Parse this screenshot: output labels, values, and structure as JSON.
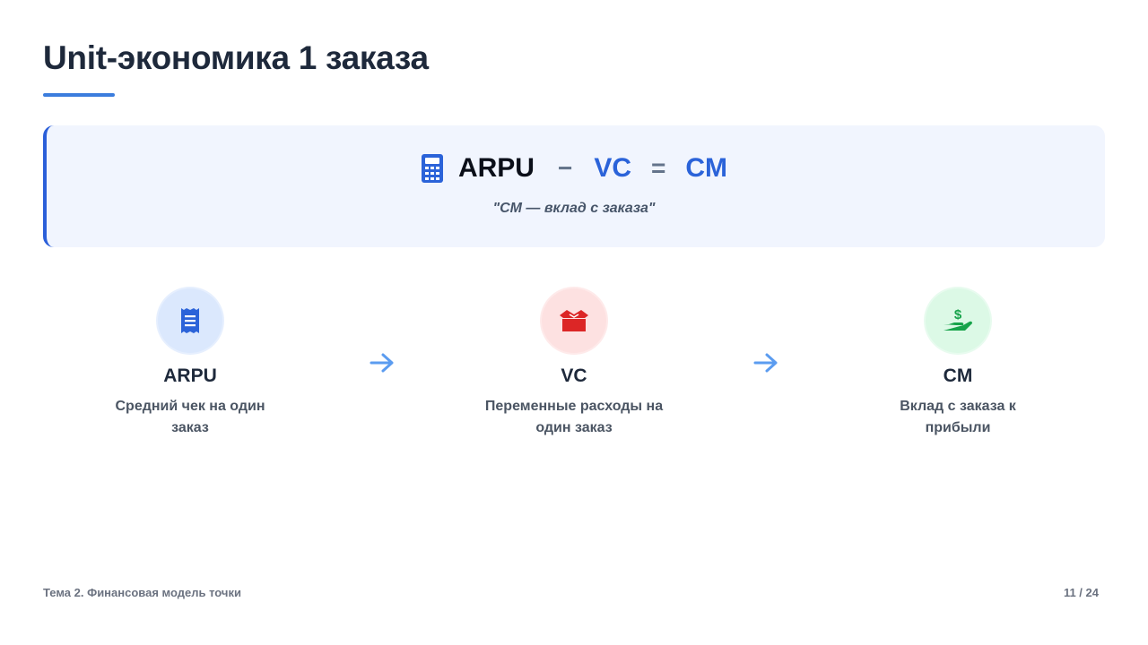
{
  "slide": {
    "title": "Unit-экономика 1 заказа"
  },
  "formula": {
    "icon": "calculator-icon",
    "term1": "ARPU",
    "op1": "−",
    "term2": "VC",
    "op2": "=",
    "term3": "CM",
    "quote": "\"CM — вклад с заказа\""
  },
  "cards": [
    {
      "icon": "receipt-icon",
      "title": "ARPU",
      "description": "Средний чек на один заказ"
    },
    {
      "icon": "box-open-icon",
      "title": "VC",
      "description": "Переменные расходы на один заказ"
    },
    {
      "icon": "hand-dollar-icon",
      "title": "CM",
      "description": "Вклад с заказа к прибыли"
    }
  ],
  "arrows": [
    "arrow-right-icon",
    "arrow-right-icon"
  ],
  "footer": {
    "topic": "Тема 2. Финансовая модель точки",
    "page": "11 / 24"
  },
  "colors": {
    "accent": "#2b63d9",
    "red": "#dc2626",
    "green": "#16a34a",
    "formula_bg": "#f1f5fe"
  }
}
